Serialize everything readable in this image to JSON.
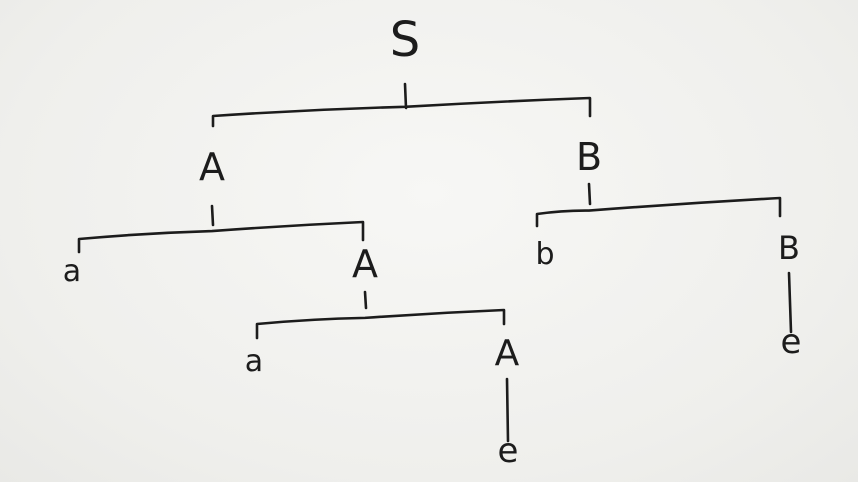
{
  "nodes": [
    {
      "id": "S",
      "label": "S"
    },
    {
      "id": "A1",
      "label": "A"
    },
    {
      "id": "B1",
      "label": "B"
    },
    {
      "id": "a1",
      "label": "a"
    },
    {
      "id": "A2",
      "label": "A"
    },
    {
      "id": "b1",
      "label": "b"
    },
    {
      "id": "B2",
      "label": "B"
    },
    {
      "id": "a2",
      "label": "a"
    },
    {
      "id": "A3",
      "label": "A"
    },
    {
      "id": "e1",
      "label": "e"
    },
    {
      "id": "e2",
      "label": "e"
    }
  ],
  "edges": [
    {
      "from": "S",
      "to": "A1"
    },
    {
      "from": "S",
      "to": "B1"
    },
    {
      "from": "A1",
      "to": "a1"
    },
    {
      "from": "A1",
      "to": "A2"
    },
    {
      "from": "A2",
      "to": "a2"
    },
    {
      "from": "A2",
      "to": "A3"
    },
    {
      "from": "A3",
      "to": "e1"
    },
    {
      "from": "B1",
      "to": "b1"
    },
    {
      "from": "B1",
      "to": "B2"
    },
    {
      "from": "B2",
      "to": "e2"
    }
  ],
  "colors": {
    "ink": "#1c1c1c",
    "board": "#f3f3f1"
  }
}
